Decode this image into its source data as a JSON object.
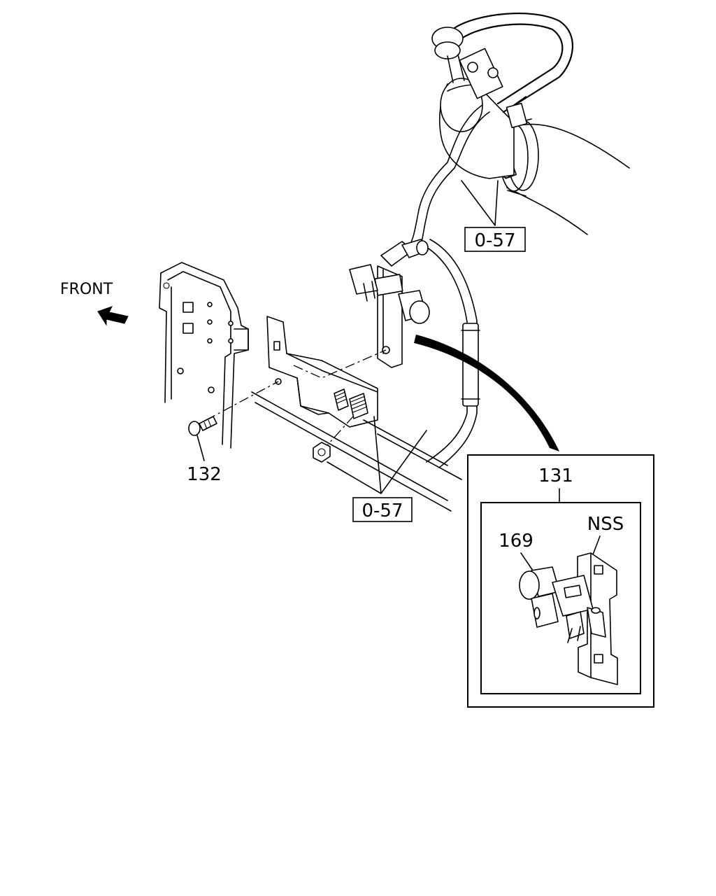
{
  "direction_label": "FRONT",
  "callouts": {
    "ref_top": "0-57",
    "ref_bottom": "0-57",
    "bolt": "132",
    "assembly": "131",
    "valve": "169",
    "nss": "NSS"
  }
}
